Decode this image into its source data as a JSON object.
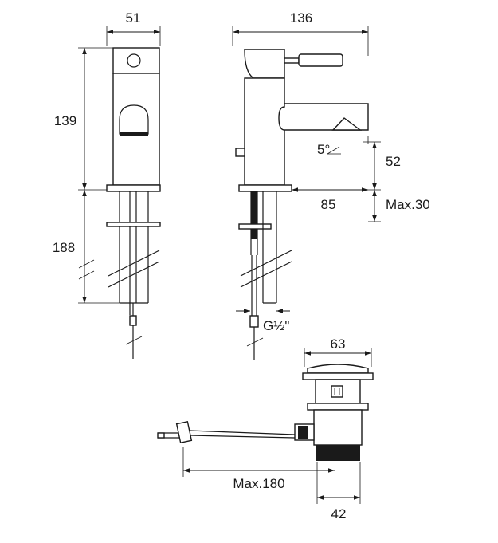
{
  "dimensions": {
    "front_width": "51",
    "side_width": "136",
    "front_height_body": "139",
    "front_height_tail": "188",
    "outlet_height": "52",
    "spout_reach": "85",
    "max_deck": "Max.30",
    "tilt_angle": "5°",
    "thread": "G½\"",
    "waste_width": "63",
    "pull_rod": "Max.180",
    "waste_bottom": "42"
  },
  "colors": {
    "line": "#1a1a1a",
    "background": "#ffffff"
  }
}
